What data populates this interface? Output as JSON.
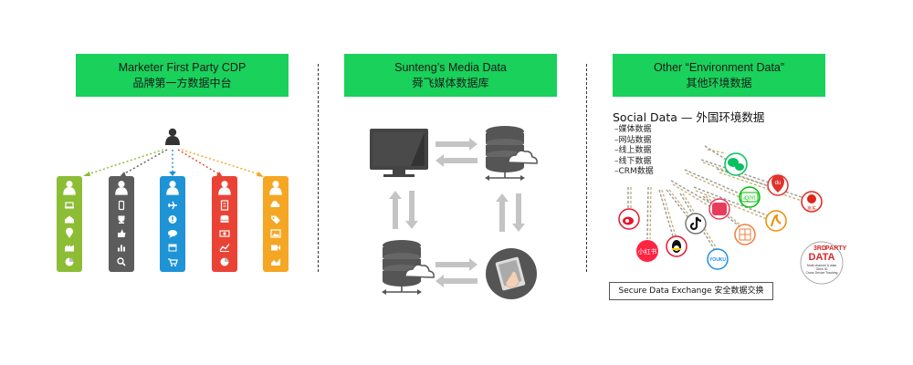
{
  "sections": [
    {
      "title_en": "Marketer First Party CDP",
      "title_cn": "品牌第一方数据中台"
    },
    {
      "title_en": "Sunteng’s Media Data",
      "title_cn": "舜飞媒体数据库"
    },
    {
      "title_en": "Other “Environment Data”",
      "title_cn": "其他环境数据"
    }
  ],
  "cdp": {
    "columns": [
      {
        "color": "#8cbd35",
        "icons": [
          "laptop-icon",
          "home-icon",
          "location-pin-icon",
          "factory-icon",
          "pie-chart-icon"
        ]
      },
      {
        "color": "#5c5c5c",
        "icons": [
          "mobile-icon",
          "trophy-icon",
          "thumbs-up-icon",
          "bar-chart-icon",
          "search-icon"
        ]
      },
      {
        "color": "#1e93d6",
        "icons": [
          "airplane-icon",
          "alert-icon",
          "chat-icon",
          "calendar-icon",
          "cart-icon"
        ]
      },
      {
        "color": "#ea4335",
        "icons": [
          "building-icon",
          "database-icon",
          "money-icon",
          "line-chart-icon",
          "pie-chart-icon"
        ]
      },
      {
        "color": "#f5a623",
        "icons": [
          "cloud-icon",
          "tag-icon",
          "image-icon",
          "video-icon",
          "area-chart-icon"
        ]
      }
    ]
  },
  "social": {
    "title": "Social Data — 外国环境数据",
    "items": [
      "–媒体数据",
      "–网站数据",
      "–线上数据",
      "–线下数据",
      "–CRM数据"
    ],
    "logos": [
      {
        "name": "wechat",
        "label": "",
        "color": "#07c160"
      },
      {
        "name": "baidu",
        "label": "du",
        "color": "#e0322b"
      },
      {
        "name": "jd",
        "label": "京东",
        "color": "#e1251b"
      },
      {
        "name": "iqiyi",
        "label": "iQIYI",
        "color": "#00be06"
      },
      {
        "name": "meituan",
        "label": "",
        "color": "#e63c5a"
      },
      {
        "name": "alipay",
        "label": "",
        "color": "#f08c00"
      },
      {
        "name": "weibo",
        "label": "",
        "color": "#e6162d"
      },
      {
        "name": "tiktok",
        "label": "",
        "color": "#111111"
      },
      {
        "name": "xiaohongshu",
        "label": "小红书",
        "color": "#ff2442"
      },
      {
        "name": "qq",
        "label": "",
        "color": "#111111"
      },
      {
        "name": "youku",
        "label": "YOUKU",
        "color": "#1f8fe5"
      },
      {
        "name": "dianping",
        "label": "",
        "color": "#f07f3c"
      }
    ],
    "data_logo": {
      "line1": "3RD",
      "line2": "PARTY",
      "line3": "DATA",
      "caption": [
        "Multi-channel & data",
        "Omni ID",
        "Cross Device Tracking"
      ]
    }
  },
  "secure_label": "Secure Data Exchange  安全数据交换"
}
